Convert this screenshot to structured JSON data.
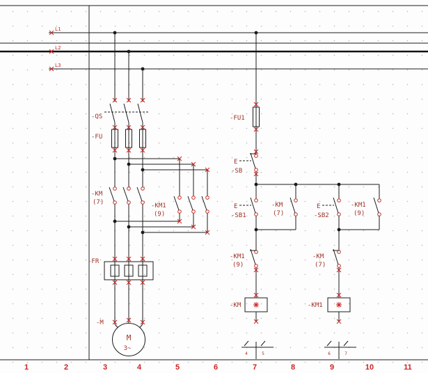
{
  "rails": {
    "l1": "L1",
    "l2": "L2",
    "l3": "L3"
  },
  "labels": {
    "qs": "-QS",
    "fu": "-FU",
    "km": "-KM",
    "km_ref": "(7)",
    "km1": "-KM1",
    "km1_ref": "(9)",
    "fr": "-FR",
    "m": "-M",
    "motor_letter": "M",
    "motor_phase": "3~",
    "fu1": "-FU1",
    "op": "E",
    "sb": "-SB",
    "sb1": "-SB1",
    "sb2": "-SB2",
    "km_aux": "-KM",
    "km_aux_ref": "(7)",
    "km1_aux": "-KM1",
    "km1_aux_ref": "(9)",
    "km1_nc": "-KM1",
    "km1_nc_ref": "(9)",
    "km_nc": "-KM",
    "km_nc_ref": "(7)",
    "km_coil": "-KM",
    "km1_coil": "-KM1"
  },
  "mirror1": [
    "4",
    "5"
  ],
  "mirror2": [
    "6",
    "7"
  ],
  "ruler": [
    "1",
    "2",
    "3",
    "4",
    "5",
    "6",
    "7",
    "8",
    "9",
    "10",
    "11"
  ],
  "colors": {
    "wire": "#1a1a1a",
    "label": "#9c3226",
    "marker": "#cc2222",
    "ruler": "#cc2222",
    "background": "#fdfdfd"
  }
}
